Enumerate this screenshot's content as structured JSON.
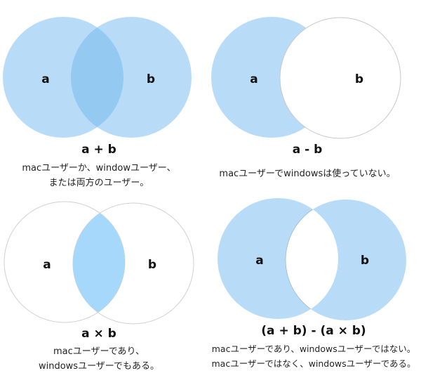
{
  "colors": {
    "fill": "#b8dcf7",
    "overlap": "#94c9f2",
    "intersection_fill": "#a6d8fb",
    "stroke": "#c8c8c8"
  },
  "panels": [
    {
      "id": "union",
      "label_a": "a",
      "label_b": "b",
      "formula": "a + b",
      "description": [
        "macユーザーか、windowユーザー、",
        "または両方のユーザー。"
      ]
    },
    {
      "id": "difference",
      "label_a": "a",
      "label_b": "b",
      "formula": "a - b",
      "description": [
        "macユーザーでwindowsは使っていない。"
      ]
    },
    {
      "id": "intersection",
      "label_a": "a",
      "label_b": "b",
      "formula": "a × b",
      "description": [
        "macユーザーであり、",
        "windowsユーザーでもある。"
      ]
    },
    {
      "id": "symmetric-difference",
      "label_a": "a",
      "label_b": "b",
      "formula": "(a + b) - (a × b)",
      "description": [
        "macユーザーであり、windowsユーザーではない。",
        "macユーザーではなく、windowsユーザーである。"
      ]
    }
  ]
}
